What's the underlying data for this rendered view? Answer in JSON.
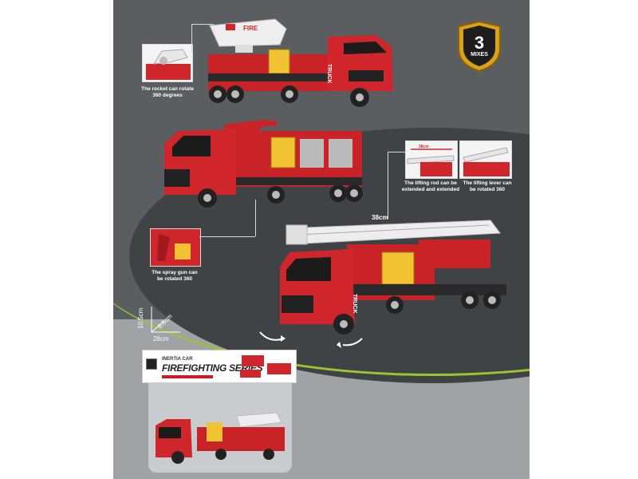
{
  "badge": {
    "number": "3",
    "label": "MIXES"
  },
  "captions": {
    "rocket": [
      "The rocket can rotate",
      "360 degrees"
    ],
    "spray": [
      "The spray gun can",
      "be rotated 360"
    ],
    "lift_rod": [
      "The lifting rod can be",
      "extended and extended"
    ],
    "lift_lever": [
      "The lifting lever can",
      "be rotated 360"
    ]
  },
  "dimensions": {
    "height": "10.5cm",
    "depth": "6.8cm",
    "length": "26cm",
    "ladder": "38cm",
    "ladder_small": "38cm"
  },
  "truck_labels": {
    "fire": "FIRE",
    "truck": "TRUCK"
  },
  "package": {
    "brand": "INERTIA CAR",
    "title": "FIREFIGHTING SERIES"
  },
  "colors": {
    "truck_red": "#d0262b",
    "panel_gray": "#5d6164",
    "accent_green": "#9cc52f",
    "badge_gold": "#d9a21b"
  }
}
